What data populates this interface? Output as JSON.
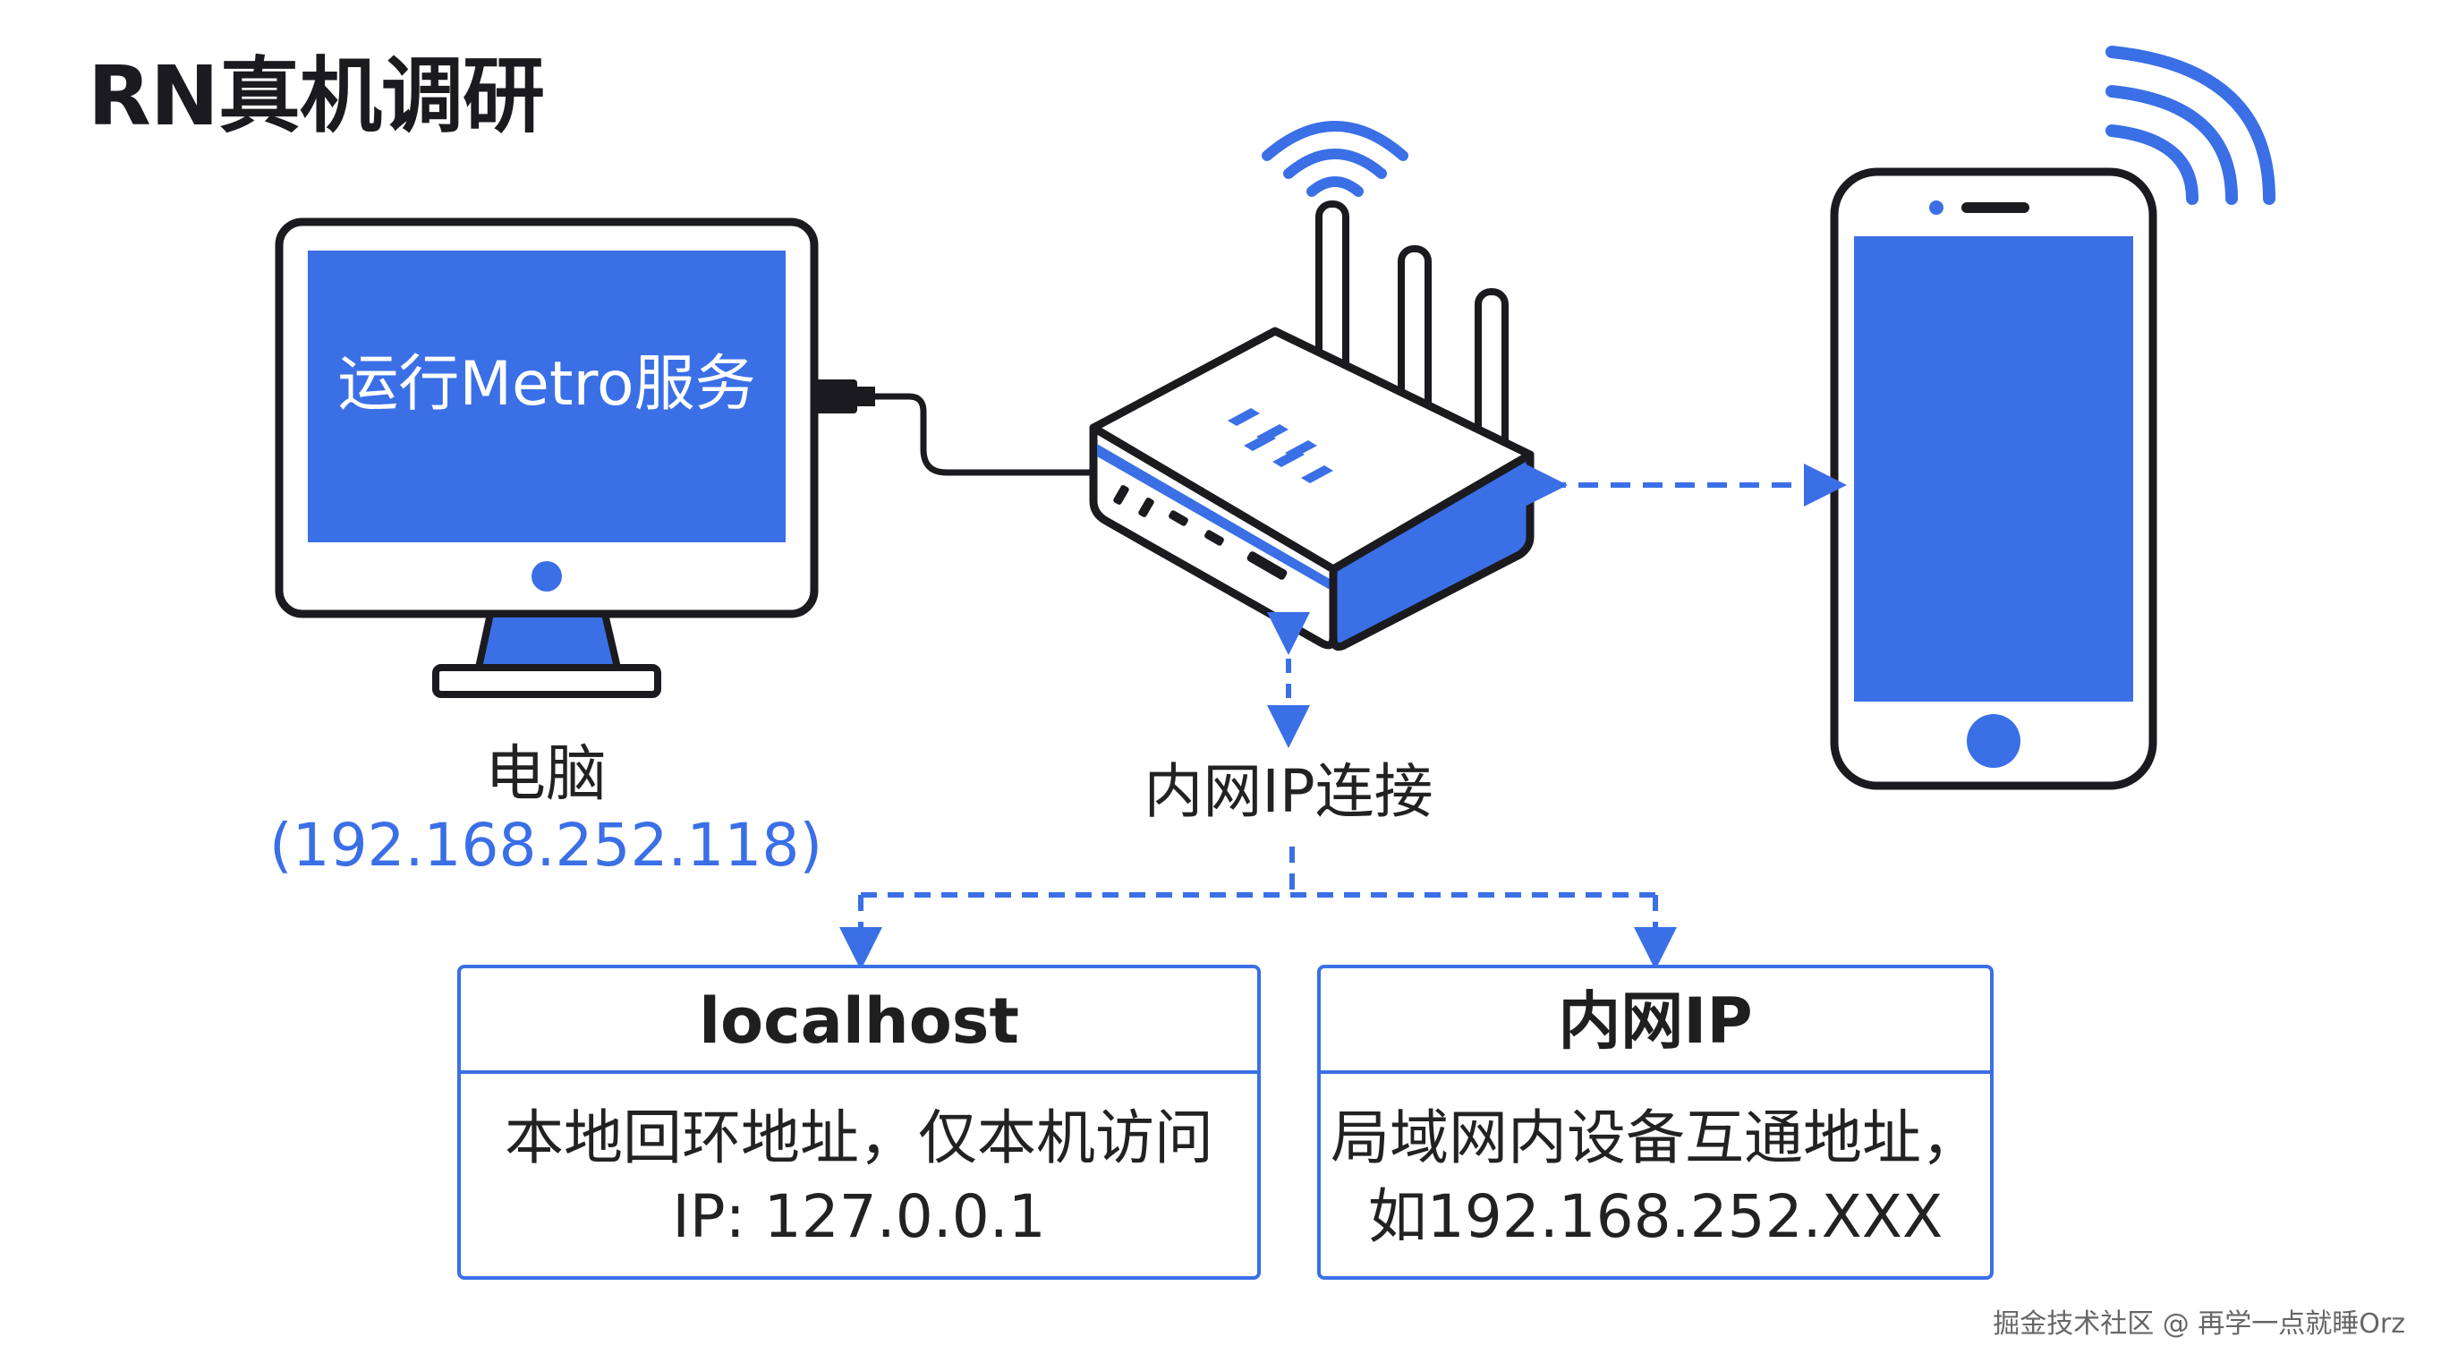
{
  "title": "RN真机调研",
  "computer": {
    "screen_text": "运行Metro服务",
    "name": "电脑",
    "ip": "(192.168.252.118)"
  },
  "connection_label": "内网IP连接",
  "cards": {
    "localhost": {
      "title": "localhost",
      "line1": "本地回环地址，仅本机访问",
      "line2": "IP: 127.0.0.1"
    },
    "lan": {
      "title": "内网IP",
      "line1": "局域网内设备互通地址，",
      "line2": "如192.168.252.XXX"
    }
  },
  "footer": "掘金技术社区 @ 再学一点就睡Orz",
  "icons": [
    "computer-icon",
    "router-icon",
    "phone-icon",
    "wifi-icon",
    "cable-icon"
  ],
  "colors": {
    "accent": "#3a6fe6",
    "outline": "#1b1b1f",
    "card_border": "#3a6fe6"
  }
}
